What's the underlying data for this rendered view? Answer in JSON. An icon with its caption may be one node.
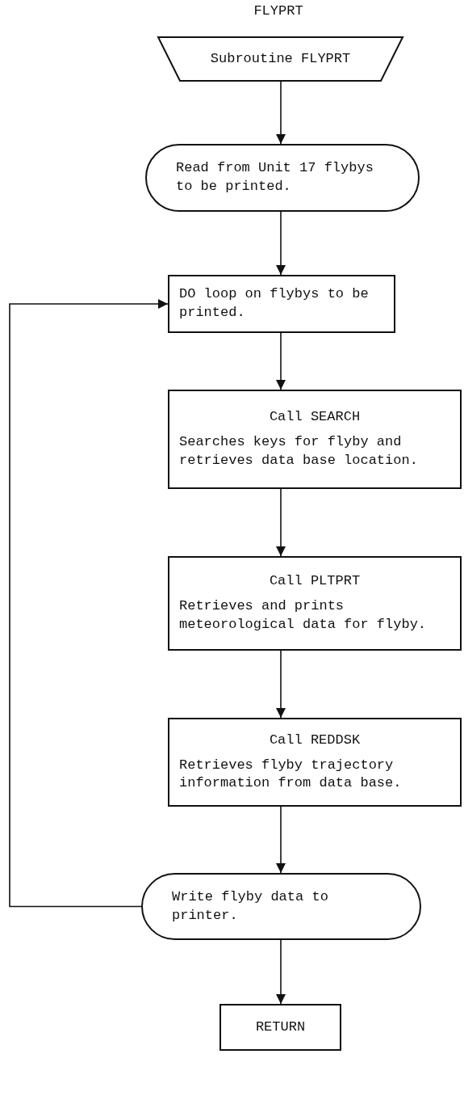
{
  "diagram": {
    "title": "FLYPRT",
    "nodes": [
      {
        "text": [
          "Subroutine FLYPRT"
        ]
      },
      {
        "text": [
          "Read from Unit 17 flybys to be printed."
        ]
      },
      {
        "text": [
          "DO loop on flybys to be printed."
        ]
      },
      {
        "text": [
          "Call SEARCH",
          "Searches keys for flyby and retrieves data base location."
        ]
      },
      {
        "text": [
          "Call PLTPRT",
          "Retrieves and prints meteorological data for flyby."
        ]
      },
      {
        "text": [
          "Call REDDSK",
          "Retrieves flyby trajectory information from data base."
        ]
      },
      {
        "text": [
          "Write flyby data to printer."
        ]
      },
      {
        "text": [
          "RETURN"
        ]
      }
    ],
    "edges": [
      {
        "from": 0,
        "to": 1,
        "arrow": "to"
      },
      {
        "from": 1,
        "to": 2,
        "arrow": "to"
      },
      {
        "from": 2,
        "to": 3,
        "arrow": "to"
      },
      {
        "from": 3,
        "to": 4,
        "arrow": "to"
      },
      {
        "from": 4,
        "to": 5,
        "arrow": "to"
      },
      {
        "from": 5,
        "to": 6,
        "arrow": "to"
      },
      {
        "from": 6,
        "to": 2,
        "arrow": "to"
      },
      {
        "from": 6,
        "to": 7,
        "arrow": "to"
      }
    ]
  }
}
